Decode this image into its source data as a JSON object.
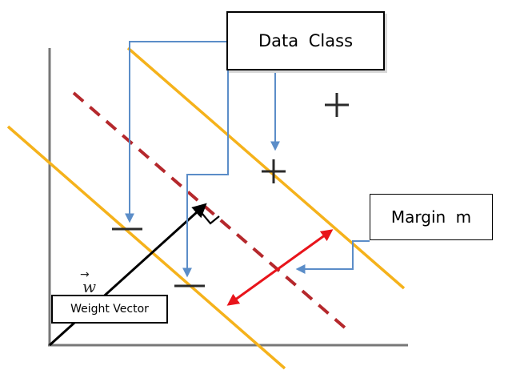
{
  "labels": {
    "data_class": "Data Class",
    "margin": "Margin  m",
    "weight_vector": "Weight Vector",
    "w_symbol": "w",
    "w_arrow": "→"
  },
  "colors": {
    "boundary_lines": "#f5b21b",
    "hyperplane": "#b5282c",
    "callout_lines": "#5b8dc8",
    "margin_arrow": "#e8141b",
    "axes": "#777777",
    "markers": "#2a2a2a",
    "weight_vector": "#000000"
  },
  "markers": [
    {
      "kind": "plus",
      "name": "plus-marker-top"
    },
    {
      "kind": "plus",
      "name": "plus-marker-on-boundary"
    },
    {
      "kind": "minus",
      "name": "minus-marker-left"
    },
    {
      "kind": "minus",
      "name": "minus-marker-bottom"
    }
  ]
}
